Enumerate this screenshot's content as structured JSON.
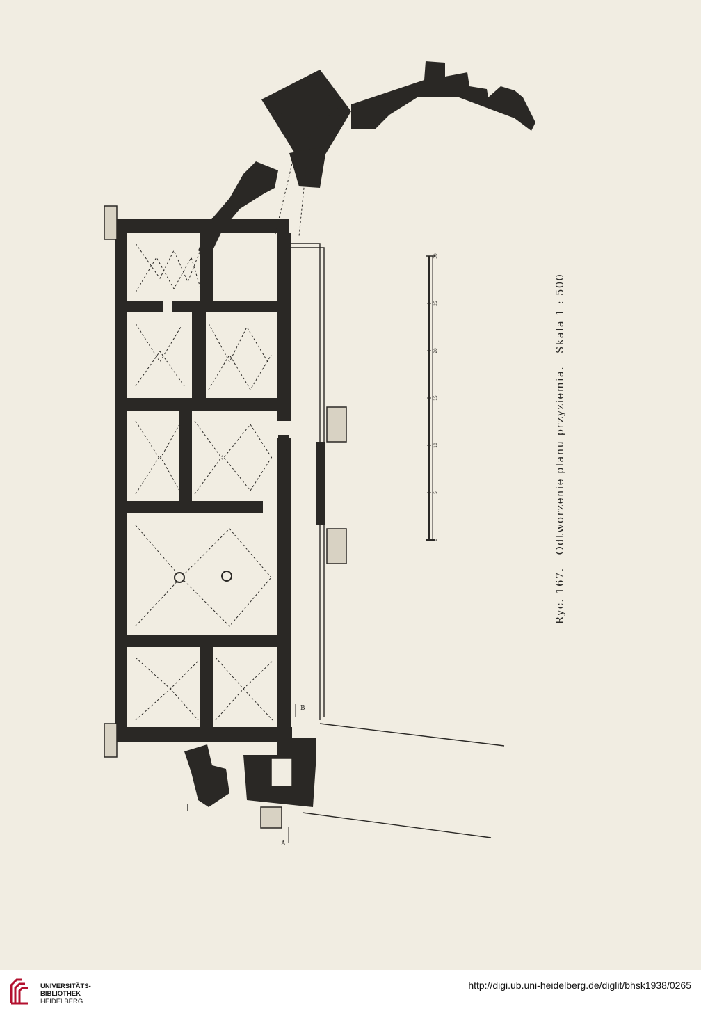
{
  "figure": {
    "caption_number": "Ryc. 167.",
    "caption_title": "Odtworzenie planu przyziemia.",
    "caption_scale": "Skala 1 : 500",
    "scale_bar_ticks": [
      "0",
      "5",
      "10",
      "15",
      "20",
      "25",
      "30"
    ],
    "section_marks": [
      "A",
      "B"
    ],
    "ink_color": "#2a2825",
    "paper_color": "#f1ede2"
  },
  "footer": {
    "logo_line1": "UNIVERSITÄTS-",
    "logo_line2": "BIBLIOTHEK",
    "logo_line3": "HEIDELBERG",
    "url": "http://digi.ub.uni-heidelberg.de/diglit/bhsk1938/0265",
    "logo_color": "#b3112f"
  }
}
